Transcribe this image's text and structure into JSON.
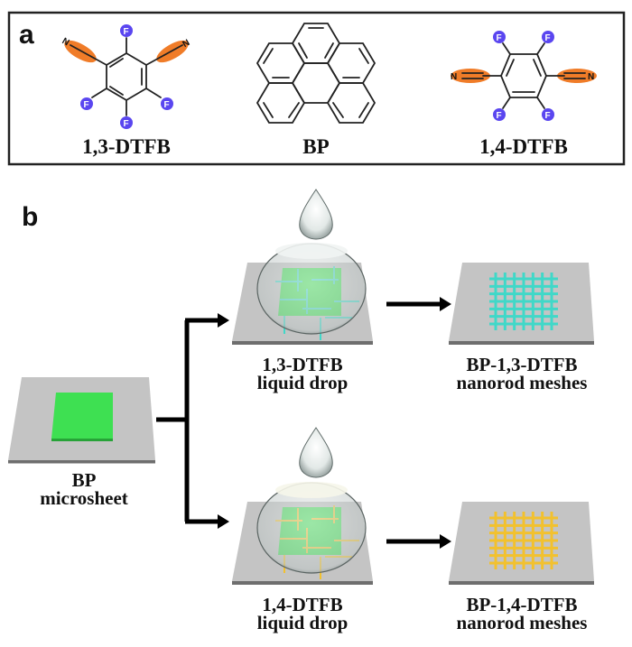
{
  "panels": {
    "a": {
      "label": "a",
      "molecules": [
        {
          "id": "1,3-DTFB",
          "label": "1,3-DTFB",
          "atoms": {
            "F": "F",
            "N": "N"
          }
        },
        {
          "id": "BP",
          "label": "BP"
        },
        {
          "id": "1,4-DTFB",
          "label": "1,4-DTFB",
          "atoms": {
            "F": "F",
            "N": "N"
          }
        }
      ]
    },
    "b": {
      "label": "b",
      "start": {
        "line1": "BP",
        "line2": "microsheet"
      },
      "branches": [
        {
          "drop": {
            "line1": "1,3-DTFB",
            "line2": "liquid drop"
          },
          "product": {
            "line1": "BP-1,3-DTFB",
            "line2": "nanorod meshes"
          },
          "rod_color": "#40d8c8"
        },
        {
          "drop": {
            "line1": "1,4-DTFB",
            "line2": "liquid drop"
          },
          "product": {
            "line1": "BP-1,4-DTFB",
            "line2": "nanorod meshes"
          },
          "rod_color": "#f2c12e"
        }
      ]
    }
  },
  "colors": {
    "fluorine": "#5a46f0",
    "nitrile_highlight": "#f07c28",
    "microsheet": "#3ee052",
    "substrate": "#c4c4c4",
    "substrate_edge": "#6e6e6e"
  }
}
